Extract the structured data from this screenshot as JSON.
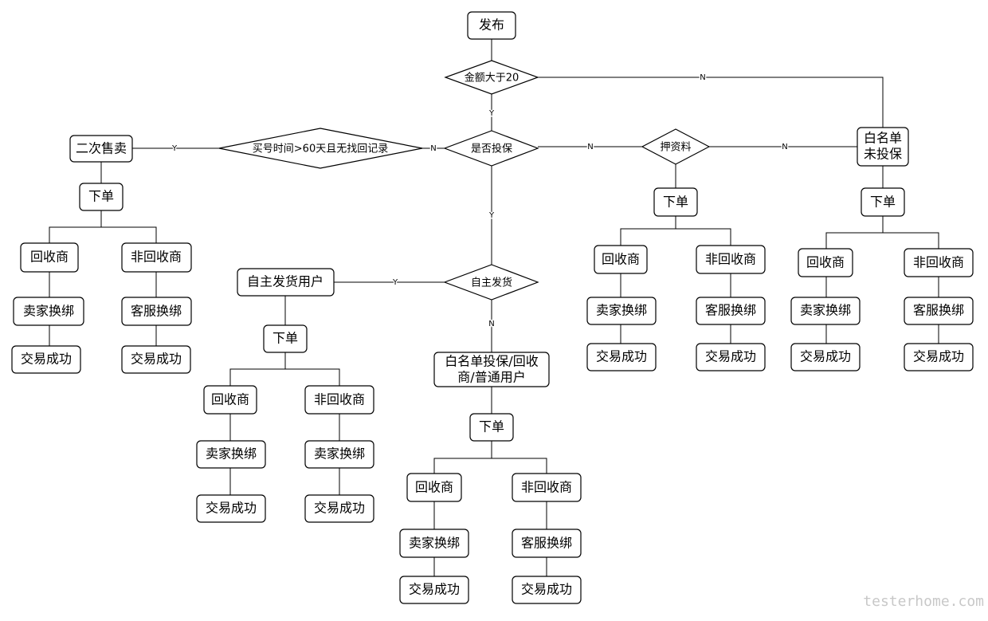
{
  "nodes": {
    "publish": "发布",
    "amount_gt20": "金额大于20",
    "insured": "是否投保",
    "buy_time": "买号时间>60天且无找回记录",
    "resale": "二次售卖",
    "deposit": "押资料",
    "whitelist_uninsured": [
      "白名单",
      "未投保"
    ],
    "self_ship": "自主发货",
    "self_ship_user": "自主发货用户",
    "whitelist_insured": [
      "白名单投保/回收",
      "商/普通用户"
    ],
    "order": "下单",
    "recycler": "回收商",
    "non_recycler": "非回收商",
    "seller_rebind": "卖家换绑",
    "cs_rebind": "客服换绑",
    "deal_success": "交易成功"
  },
  "edge_labels": {
    "yes": "Y",
    "no": "N"
  },
  "watermark": "testerhome.com"
}
